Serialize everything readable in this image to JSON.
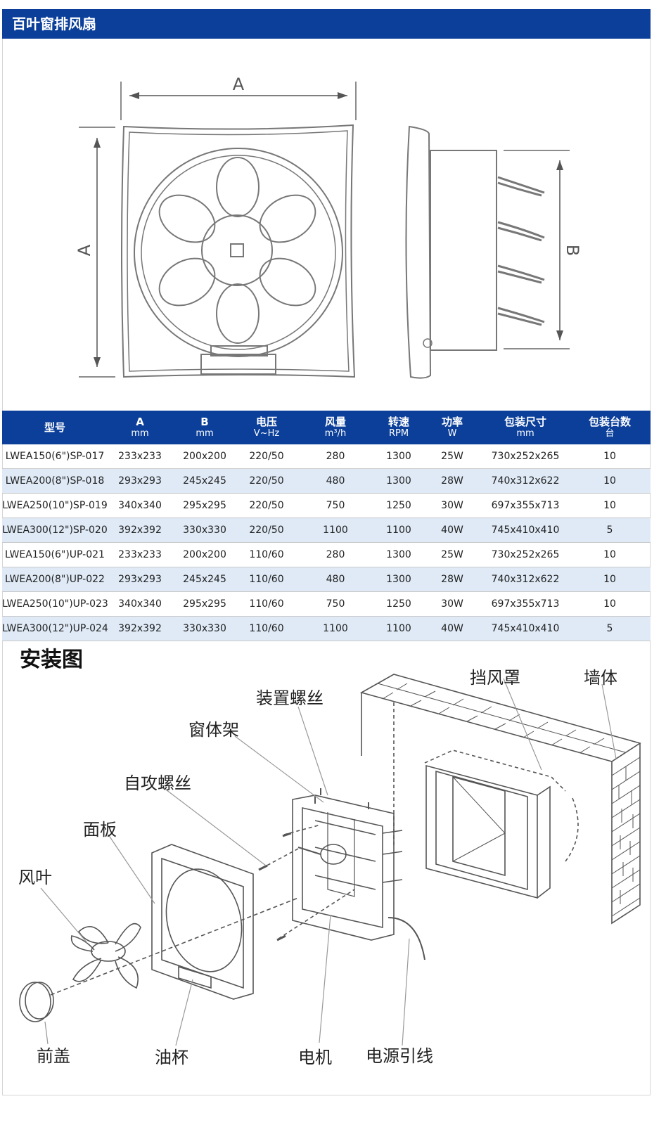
{
  "title": "百叶窗排风扇",
  "diagram": {
    "label_a_top": "A",
    "label_a_side": "A",
    "label_b": "B"
  },
  "table": {
    "headers": [
      {
        "main": "型号",
        "sub": ""
      },
      {
        "main": "A",
        "sub": "mm"
      },
      {
        "main": "B",
        "sub": "mm"
      },
      {
        "main": "电压",
        "sub": "V~Hz"
      },
      {
        "main": "风量",
        "sub": "m³/h"
      },
      {
        "main": "转速",
        "sub": "RPM"
      },
      {
        "main": "功率",
        "sub": "W"
      },
      {
        "main": "包装尺寸",
        "sub": "mm"
      },
      {
        "main": "包装台数",
        "sub": "台"
      }
    ],
    "rows": [
      [
        "LWEA150(6\")SP-017",
        "233x233",
        "200x200",
        "220/50",
        "280",
        "1300",
        "25W",
        "730x252x265",
        "10"
      ],
      [
        "LWEA200(8\")SP-018",
        "293x293",
        "245x245",
        "220/50",
        "480",
        "1300",
        "28W",
        "740x312x622",
        "10"
      ],
      [
        "LWEA250(10\")SP-019",
        "340x340",
        "295x295",
        "220/50",
        "750",
        "1250",
        "30W",
        "697x355x713",
        "10"
      ],
      [
        "LWEA300(12\")SP-020",
        "392x392",
        "330x330",
        "220/50",
        "1100",
        "1100",
        "40W",
        "745x410x410",
        "5"
      ],
      [
        "LWEA150(6\")UP-021",
        "233x233",
        "200x200",
        "110/60",
        "280",
        "1300",
        "25W",
        "730x252x265",
        "10"
      ],
      [
        "LWEA200(8\")UP-022",
        "293x293",
        "245x245",
        "110/60",
        "480",
        "1300",
        "28W",
        "740x312x622",
        "10"
      ],
      [
        "LWEA250(10\")UP-023",
        "340x340",
        "295x295",
        "110/60",
        "750",
        "1250",
        "30W",
        "697x355x713",
        "10"
      ],
      [
        "LWEA300(12\")UP-024",
        "392x392",
        "330x330",
        "110/60",
        "1100",
        "1100",
        "40W",
        "745x410x410",
        "5"
      ]
    ]
  },
  "install": {
    "title": "安装图",
    "labels": {
      "wind_cover": "挡风罩",
      "wall": "墙体",
      "mounting_screw": "装置螺丝",
      "window_frame": "窗体架",
      "tapping_screw": "自攻螺丝",
      "panel": "面板",
      "blade": "风叶",
      "front_cover": "前盖",
      "oil_cup": "油杯",
      "motor": "电机",
      "power_cord": "电源引线"
    }
  }
}
